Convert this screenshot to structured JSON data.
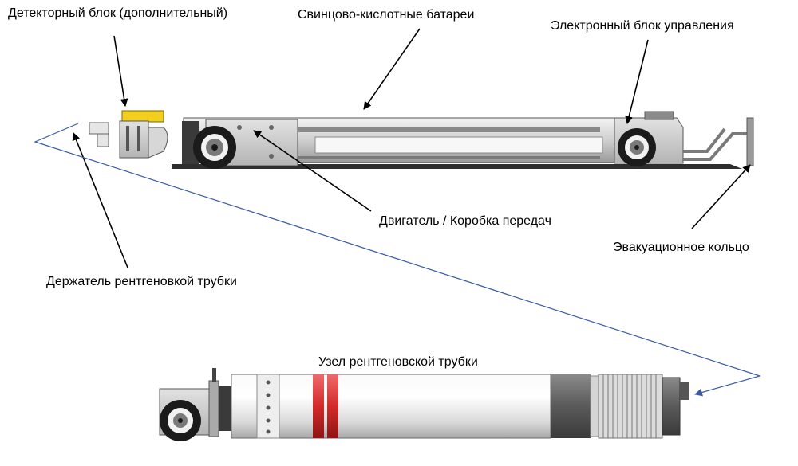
{
  "labels": {
    "detector_block": "Детекторный блок (дополнительный)",
    "lead_acid_batteries": "Свинцово-кислотные батареи",
    "electronic_control_unit": "Электронный блок управления",
    "motor_gearbox": "Двигатель / Коробка передач",
    "evacuation_ring": "Эвакуационное кольцо",
    "xray_tube_holder": "Держатель рентгеновкой трубки",
    "xray_tube_assembly": "Узел рентгеновской трубки"
  },
  "colors": {
    "text": "#000000",
    "callout_line": "#000000",
    "connector_line": "#3a5aa8",
    "chassis_steel": "#c8c8c8",
    "chassis_dark": "#4a4a4a",
    "detector_yellow": "#f2cf1f",
    "tube_red_band": "#d22a2a",
    "wheel_black": "#1b1b1b"
  }
}
